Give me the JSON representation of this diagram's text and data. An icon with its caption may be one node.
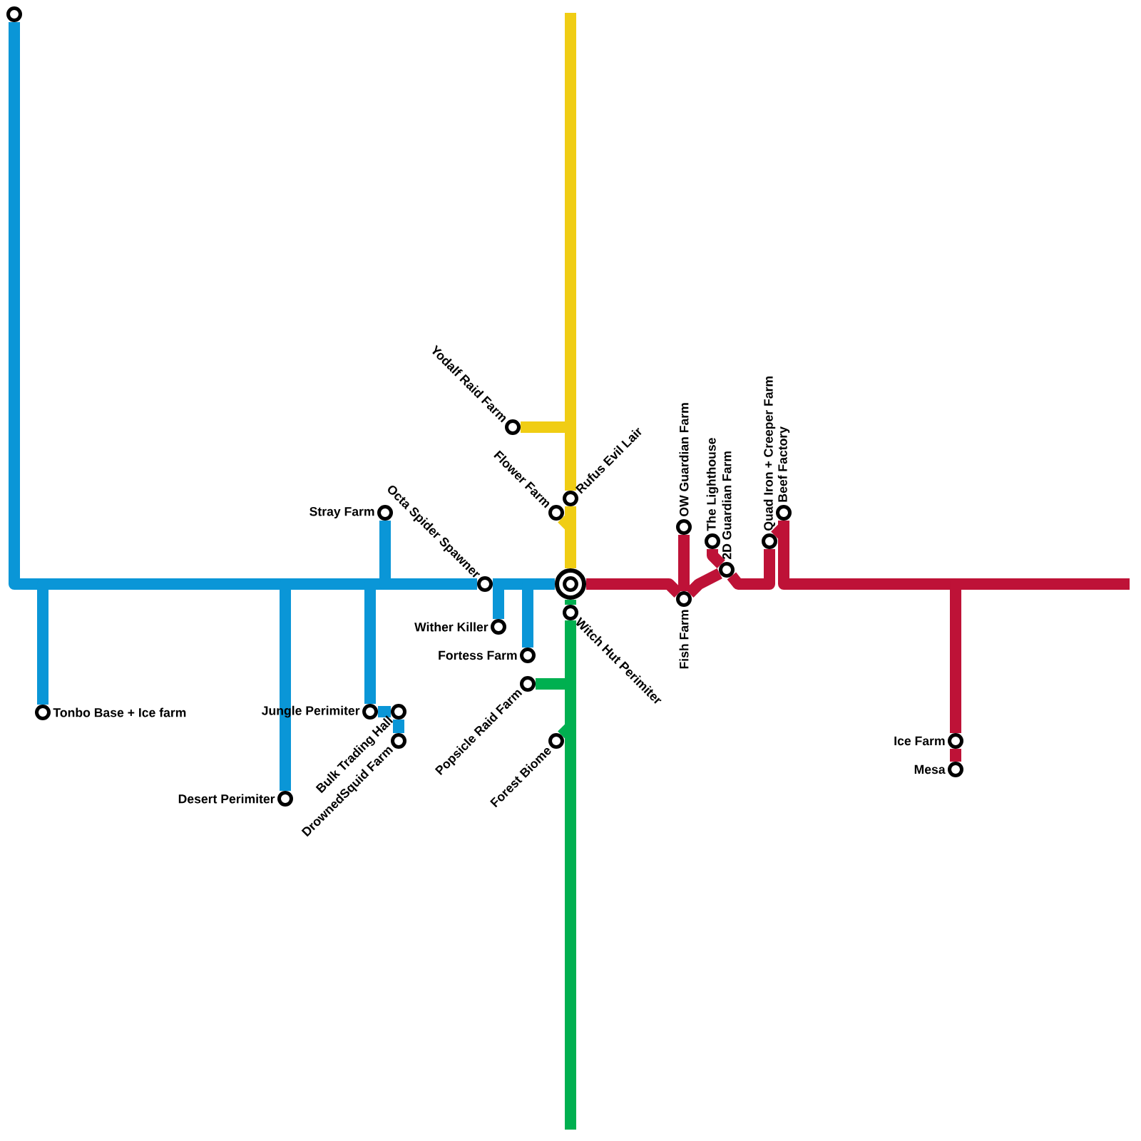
{
  "diagram": {
    "nodes": [
      {
        "text": [],
        "shape": "circle"
      },
      {
        "text": [],
        "shape": "circle",
        "beside": [
          "Yodalf Raid Farm"
        ]
      },
      {
        "text": [],
        "shape": "circle",
        "beside": [
          "Rufus Evil Lair"
        ]
      },
      {
        "text": [],
        "shape": "circle",
        "beside": [
          "Stray Farm"
        ]
      },
      {
        "text": [],
        "shape": "circle",
        "beside": [
          "Flower Farm"
        ]
      },
      {
        "text": [],
        "shape": "circle",
        "beside": [
          "Beef Factory"
        ]
      },
      {
        "text": [],
        "shape": "circle",
        "beside": [
          "OW Guardian Farm"
        ]
      },
      {
        "text": [],
        "shape": "circle",
        "beside": [
          "The Lighthouse"
        ]
      },
      {
        "text": [],
        "shape": "circle",
        "beside": [
          "Quad Iron + Creeper Farm"
        ]
      },
      {
        "text": [],
        "shape": "circle",
        "beside": [
          "2D Guardian Farm"
        ]
      },
      {
        "text": [],
        "shape": "circle",
        "beside": [
          "Octa Spider Spawner"
        ]
      },
      {
        "text": [],
        "shape": "circle"
      },
      {
        "text": [],
        "shape": "circle",
        "beside": [
          "Fish Farm"
        ]
      },
      {
        "text": [],
        "shape": "circle",
        "beside": [
          "Witch Hut Perimiter"
        ]
      },
      {
        "text": [],
        "shape": "circle",
        "beside": [
          "Wither Killer"
        ]
      },
      {
        "text": [],
        "shape": "circle",
        "beside": [
          "Fortess Farm"
        ]
      },
      {
        "text": [],
        "shape": "circle",
        "beside": [
          "Popsicle Raid Farm"
        ]
      },
      {
        "text": [],
        "shape": "circle",
        "beside": [
          "Tonbo Base + Ice farm"
        ]
      },
      {
        "text": [],
        "shape": "circle",
        "beside": [
          "Jungle Perimiter"
        ]
      },
      {
        "text": [],
        "shape": "circle",
        "beside": [
          "Bulk Trading Hall"
        ]
      },
      {
        "text": [],
        "shape": "circle",
        "beside": [
          "DrownedSquid Farm"
        ]
      },
      {
        "text": [],
        "shape": "circle",
        "beside": [
          "Forest Biome"
        ]
      },
      {
        "text": [],
        "shape": "circle",
        "beside": [
          "Ice Farm"
        ]
      },
      {
        "text": [],
        "shape": "circle",
        "beside": [
          "Mesa"
        ]
      },
      {
        "text": [],
        "shape": "circle",
        "beside": [
          "Desert Perimiter"
        ]
      }
    ],
    "edges": [
      {
        "from": 0,
        "to": 10,
        "arrow": "none"
      },
      {
        "from": 10,
        "to": 11,
        "arrow": "none"
      },
      {
        "from": 17,
        "to": 10,
        "arrow": "none"
      },
      {
        "from": 24,
        "to": 10,
        "arrow": "none"
      },
      {
        "from": 18,
        "to": 10,
        "arrow": "none"
      },
      {
        "from": 3,
        "to": 10,
        "arrow": "none"
      },
      {
        "from": 14,
        "to": 11,
        "arrow": "none"
      },
      {
        "from": 15,
        "to": 11,
        "arrow": "none"
      },
      {
        "from": 18,
        "to": 19,
        "arrow": "none"
      },
      {
        "from": 19,
        "to": 20,
        "arrow": "none"
      },
      {
        "from": null,
        "to": 2,
        "arrow": "none",
        "color": "#f0cd14"
      },
      {
        "from": 2,
        "to": 11,
        "arrow": "none",
        "color": "#f0cd14"
      },
      {
        "from": 1,
        "to": 2,
        "arrow": "none",
        "color": "#f0cd14"
      },
      {
        "from": 4,
        "to": 11,
        "arrow": "none",
        "color": "#f0cd14"
      },
      {
        "from": 11,
        "to": 13,
        "arrow": "none",
        "color": "#00b050"
      },
      {
        "from": 13,
        "to": null,
        "arrow": "none",
        "color": "#00b050"
      },
      {
        "from": 16,
        "to": 13,
        "arrow": "none",
        "color": "#00b050"
      },
      {
        "from": 21,
        "to": 13,
        "arrow": "none",
        "color": "#00b050"
      },
      {
        "from": 11,
        "to": 12,
        "arrow": "none",
        "color": "#be1237"
      },
      {
        "from": 6,
        "to": 12,
        "arrow": "none",
        "color": "#be1237"
      },
      {
        "from": 12,
        "to": 9,
        "arrow": "none",
        "color": "#be1237"
      },
      {
        "from": 7,
        "to": 9,
        "arrow": "none",
        "color": "#be1237"
      },
      {
        "from": 9,
        "to": 8,
        "arrow": "none",
        "color": "#be1237"
      },
      {
        "from": 8,
        "to": 5,
        "arrow": "none",
        "color": "#be1237"
      },
      {
        "from": 5,
        "to": 22,
        "arrow": "none",
        "color": "#be1237"
      },
      {
        "from": 22,
        "to": 23,
        "arrow": "none",
        "color": "#be1237"
      },
      {
        "from": 22,
        "to": null,
        "arrow": "none",
        "color": "#be1237"
      }
    ]
  }
}
